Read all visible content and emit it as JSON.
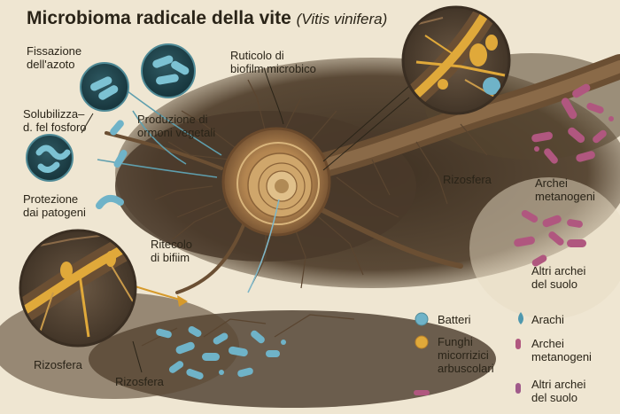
{
  "title": {
    "main": "Microbioma radicale della vite",
    "scientific": "(Vitis vinifera)"
  },
  "labels": {
    "nitrogen_fixation": "Fissazione\ndell'azoto",
    "phosphorus_solubilization": "Solubilizza–\nd.   fel fosforo",
    "pathogen_protection": "Protezione\ndai patogeni",
    "hormone_production": "Produzione di\normoni vegetali",
    "biofilm_top": "Ruticolo di\nbiofilm microbico",
    "biofilm_mid": "Ritecolo\ndi bifiim",
    "rhizosphere_right": "Rizosfera",
    "methanogens_right": "Archei\nmetanogeni",
    "other_archaea_right": "Altri archei\ndel suolo",
    "rhizosphere_bottom_left": "Rizosfera",
    "rhizosphere_bottom_mid": "Rizosfera"
  },
  "legend": {
    "items": [
      {
        "label": "Batteri",
        "color": "#6fb3c8",
        "icon": "bacteria-dot-icon"
      },
      {
        "label": "Arachi",
        "color": "#4f98ae",
        "icon": "archaea-drop-icon"
      },
      {
        "label": "Funghi\nmicorrizici\narbuscolari",
        "color": "#e0a93a",
        "icon": "fungi-dot-icon"
      },
      {
        "label": "Archei\nmetanogeni",
        "color": "#b0577f",
        "icon": "methanogen-rod-icon"
      },
      {
        "label": "",
        "color": "#b0577f",
        "icon": "pink-dash-icon"
      },
      {
        "label": "Altri archei\ndel suolo",
        "color": "#a05a8a",
        "icon": "other-archaea-rod-icon"
      }
    ]
  },
  "colors": {
    "background": "#efe6d2",
    "soil": "#4a3b2c",
    "root": "#6b4f33",
    "bacteria": "#6fb3c8",
    "fungi": "#e0a93a",
    "archaea": "#b0577f"
  }
}
